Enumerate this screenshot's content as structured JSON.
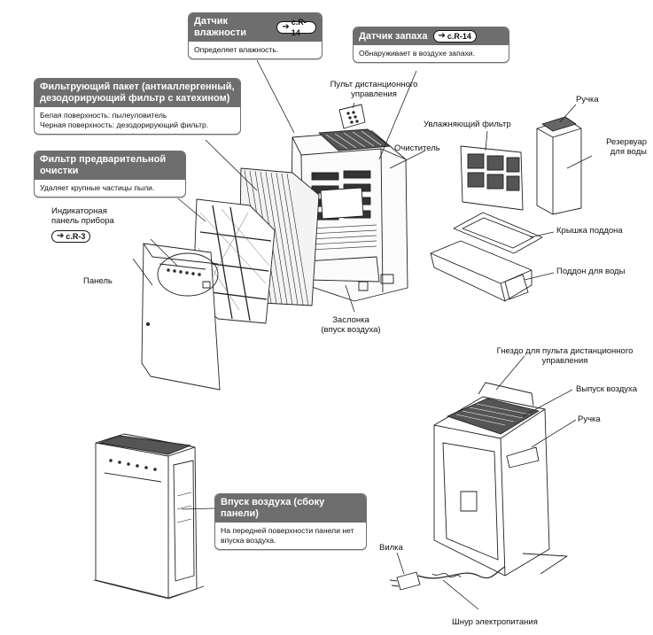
{
  "callouts": {
    "humidity_sensor": {
      "title": "Датчик влажности",
      "ref": "c.R-14",
      "text": "Определяет влажность."
    },
    "odor_sensor": {
      "title": "Датчик запаха",
      "ref": "c.R-14",
      "text": "Обнаруживает в воздухе запахи."
    },
    "filter_pack": {
      "title_line1": "Фильтрующий пакет (антиаллергенный,",
      "title_line2": "дезодорирующий фильтр с катехином)",
      "text_line1": "Белая поверхность: пылеуловитель",
      "text_line2": "Черная поверхность: дезодорирующий фильтр."
    },
    "prefilter": {
      "title_line1": "Фильтр предварительной",
      "title_line2": "очистки",
      "text": "Удаляет крупные частицы пыли."
    },
    "air_inlet_side": {
      "title": "Впуск воздуха (сбоку панели)",
      "text_line1": "На передней поверхности панели нет",
      "text_line2": "впуска воздуха."
    }
  },
  "labels": {
    "remote_line1": "Пульт дистанционного",
    "remote_line2": "управления",
    "handle_top": "Ручка",
    "humidifying_filter": "Увлажняющий фильтр",
    "cleaner": "Очиститель",
    "tank_line1": "Резервуар",
    "tank_line2": "для воды",
    "indicator_line1": "Индикаторная",
    "indicator_line2": "панель прибора",
    "indicator_ref": "c.R-3",
    "panel": "Панель",
    "tray_cover": "Крышка поддона",
    "water_tray": "Поддон для воды",
    "damper_line1": "Заслонка",
    "damper_line2": "(впуск воздуха)",
    "remote_socket_line1": "Гнездо для пульта дистанционного",
    "remote_socket_line2": "управления",
    "air_outlet": "Выпуск воздуха",
    "handle_back": "Ручка",
    "plug": "Вилка",
    "power_cord": "Шнур электропитания"
  },
  "icons": {
    "ref_arrow": "right-arrow-icon"
  },
  "colors": {
    "callout_header": "#6e6e6e",
    "line": "#222222"
  }
}
